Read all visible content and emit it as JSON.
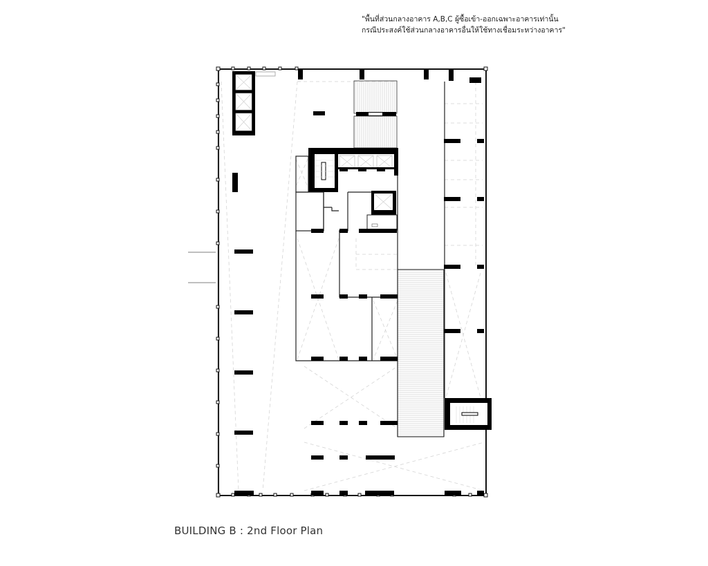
{
  "note": {
    "line1": "\"พื้นที่ส่วนกลางอาคาร A,B,C ผู้ซื้อเข้า-ออกเฉพาะอาคารเท่านั้น",
    "line2": "กรณีประสงค์ใช้ส่วนกลางอาคารอื่นให้ใช้ทางเชื่อมระหว่างอาคาร\""
  },
  "caption": "BUILDING B : 2nd Floor Plan",
  "plan": {
    "building": "B",
    "floor": "2nd Floor",
    "colors": {
      "wall": "#000000",
      "line": "#222222",
      "dashed": "#cfcfcf",
      "hatch": "#bdbdbd"
    },
    "rooms": [
      {
        "id": "lift-lobby-left",
        "label": "lift-shafts-left"
      },
      {
        "id": "core-stair",
        "label": "stair-core"
      },
      {
        "id": "lift-bank",
        "label": "lift-bank-3"
      },
      {
        "id": "service-lift",
        "label": "service-lift"
      },
      {
        "id": "ramp",
        "label": "ramp"
      },
      {
        "id": "fire-stair-east",
        "label": "fire-stair"
      }
    ]
  }
}
